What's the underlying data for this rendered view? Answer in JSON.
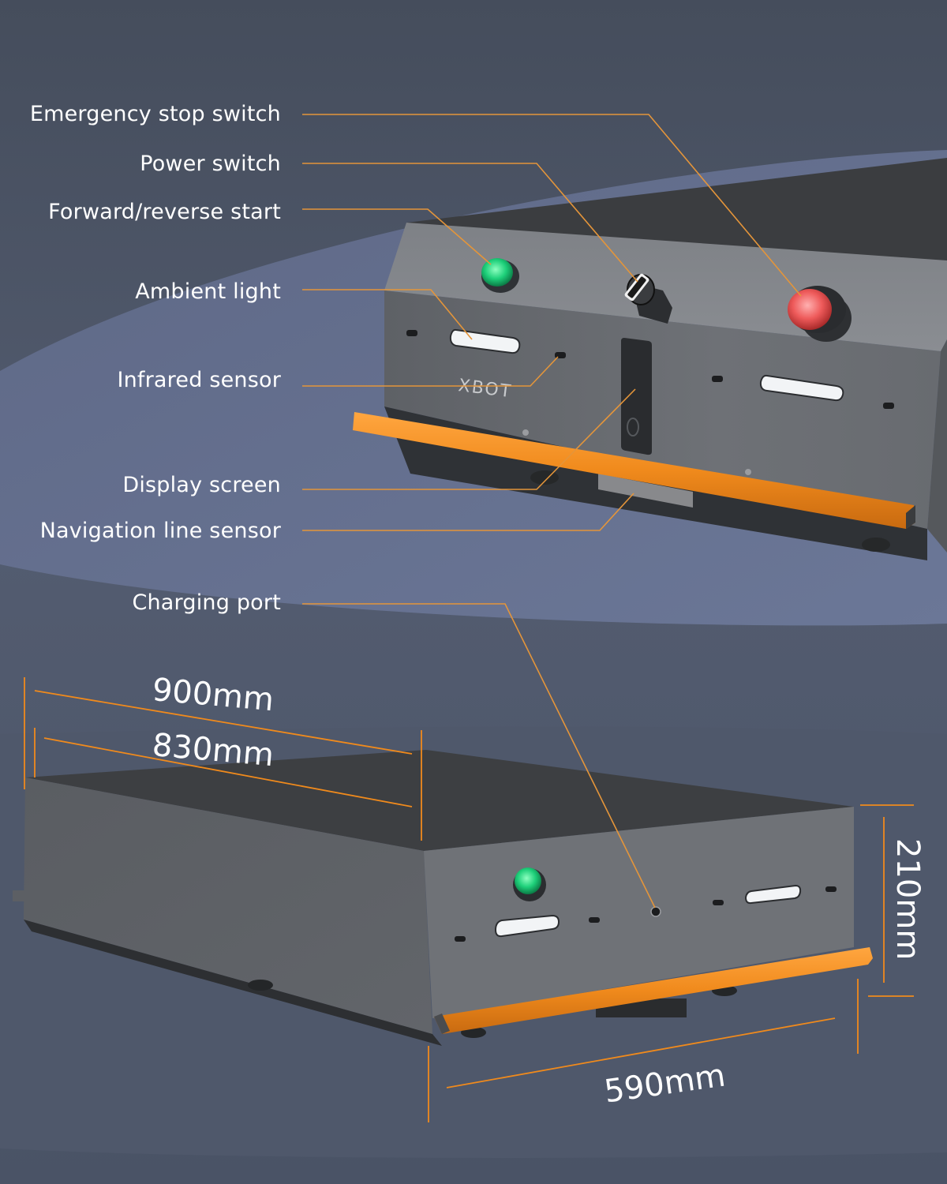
{
  "labels": {
    "emergency_stop": "Emergency stop switch",
    "power_switch": "Power switch",
    "forward_reverse": "Forward/reverse start",
    "ambient_light": "Ambient light",
    "infrared_sensor": "Infrared sensor",
    "display_screen": "Display screen",
    "navigation_sensor": "Navigation line sensor",
    "charging_port": "Charging port"
  },
  "dimensions": {
    "length_outer": "900mm",
    "length_inner": "830mm",
    "height": "210mm",
    "width": "590mm"
  },
  "logo_text": "XBOT",
  "colors": {
    "accent_orange": "#f08a1c",
    "leader_line": "#e4953a",
    "background": "#4e586c",
    "floor": "#687494",
    "body_gray": "#6b6e73",
    "top_dark": "#3d3f42",
    "button_green": "#1ed07a",
    "button_red": "#ee5a5a"
  },
  "icons": [
    "emergency-stop-button-icon",
    "power-key-switch-icon",
    "green-start-button-icon",
    "ambient-light-strip-icon"
  ]
}
